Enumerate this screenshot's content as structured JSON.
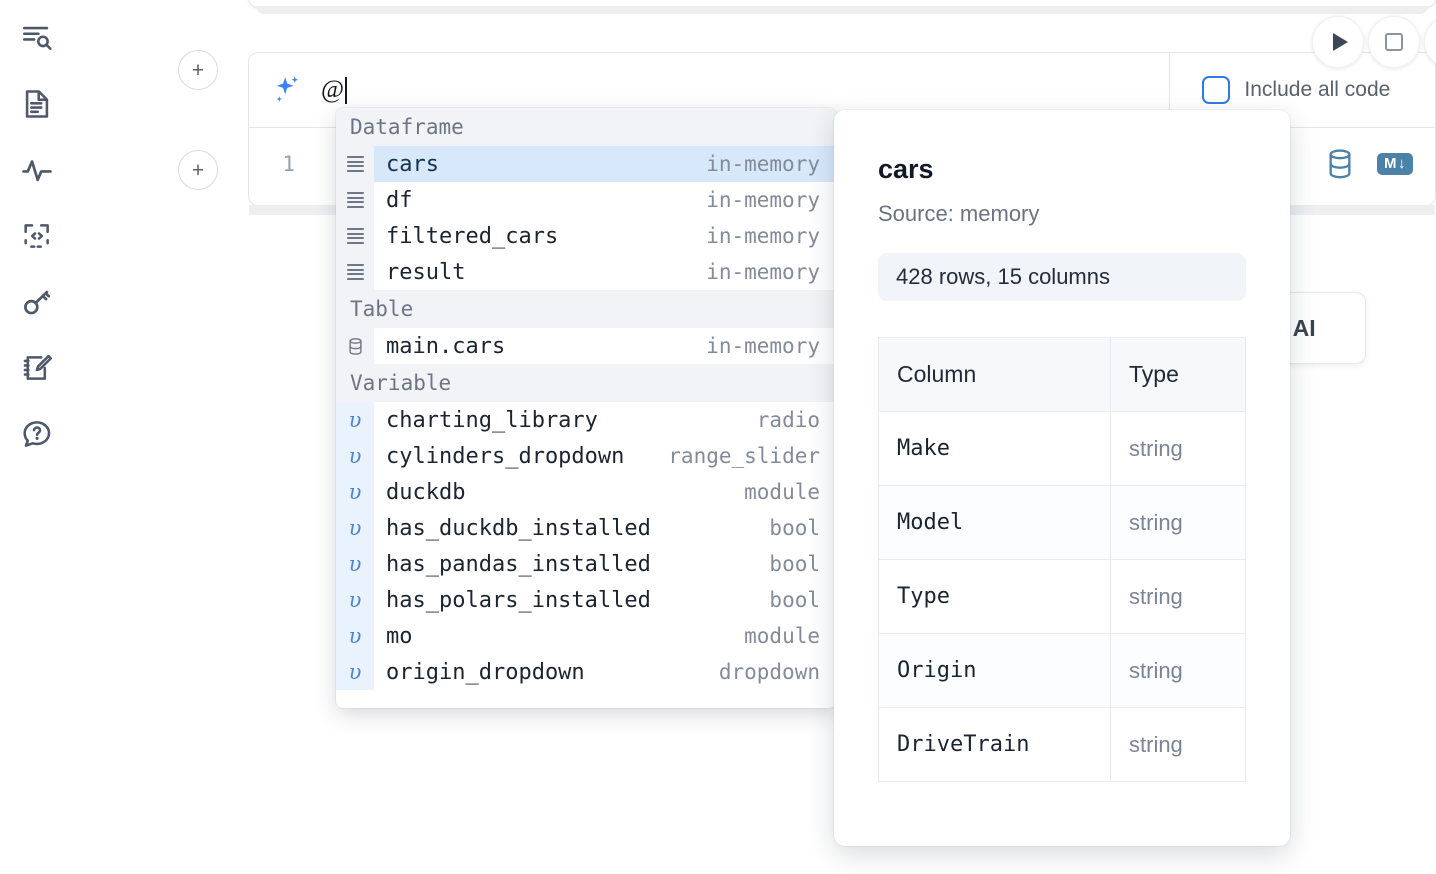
{
  "sidebar": {
    "items": [
      {
        "name": "search-explorer-icon",
        "label": "Explore"
      },
      {
        "name": "document-icon",
        "label": "Notebook"
      },
      {
        "name": "activity-icon",
        "label": "Activity"
      },
      {
        "name": "code-snippet-icon",
        "label": "Snippets"
      },
      {
        "name": "key-icon",
        "label": "Secrets"
      },
      {
        "name": "scratchpad-icon",
        "label": "Scratchpad"
      },
      {
        "name": "help-chat-icon",
        "label": "Help"
      }
    ]
  },
  "toolbar": {
    "run_label": "Run",
    "stop_label": "Stop",
    "add_cell_label": "+"
  },
  "ai_prompt": {
    "icon": "sparkle-icon",
    "value": "@",
    "include_all_code_label": "Include all code",
    "include_all_code_checked": false
  },
  "cell": {
    "line_number": "1",
    "database_icon": "database-icon",
    "markdown_badge": "M",
    "markdown_arrow": "↓"
  },
  "ai_pill": {
    "label": "h AI"
  },
  "autocomplete": {
    "groups": [
      {
        "label": "Dataframe",
        "icon": "dataframe-icon",
        "kind": "dataframe",
        "items": [
          {
            "name": "cars",
            "type": "in-memory",
            "selected": true
          },
          {
            "name": "df",
            "type": "in-memory",
            "selected": false
          },
          {
            "name": "filtered_cars",
            "type": "in-memory",
            "selected": false
          },
          {
            "name": "result",
            "type": "in-memory",
            "selected": false
          }
        ]
      },
      {
        "label": "Table",
        "icon": "table-icon",
        "kind": "table",
        "items": [
          {
            "name": "main.cars",
            "type": "in-memory",
            "selected": false
          }
        ]
      },
      {
        "label": "Variable",
        "icon": "variable-icon",
        "kind": "variable",
        "items": [
          {
            "name": "charting_library",
            "type": "radio",
            "selected": false
          },
          {
            "name": "cylinders_dropdown",
            "type": "range_slider",
            "selected": false
          },
          {
            "name": "duckdb",
            "type": "module",
            "selected": false
          },
          {
            "name": "has_duckdb_installed",
            "type": "bool",
            "selected": false
          },
          {
            "name": "has_pandas_installed",
            "type": "bool",
            "selected": false
          },
          {
            "name": "has_polars_installed",
            "type": "bool",
            "selected": false
          },
          {
            "name": "mo",
            "type": "module",
            "selected": false
          },
          {
            "name": "origin_dropdown",
            "type": "dropdown",
            "selected": false
          }
        ]
      }
    ]
  },
  "info_panel": {
    "title": "cars",
    "source": "Source: memory",
    "shape": "428 rows, 15 columns",
    "headers": [
      "Column",
      "Type"
    ],
    "rows": [
      {
        "column": "Make",
        "type": "string"
      },
      {
        "column": "Model",
        "type": "string"
      },
      {
        "column": "Type",
        "type": "string"
      },
      {
        "column": "Origin",
        "type": "string"
      },
      {
        "column": "DriveTrain",
        "type": "string"
      }
    ]
  },
  "colors": {
    "accent_blue": "#3b82f6",
    "selected_row": "#d8e8fb",
    "icon_slate": "#4e586b",
    "badge_blue": "#4d82a8"
  }
}
